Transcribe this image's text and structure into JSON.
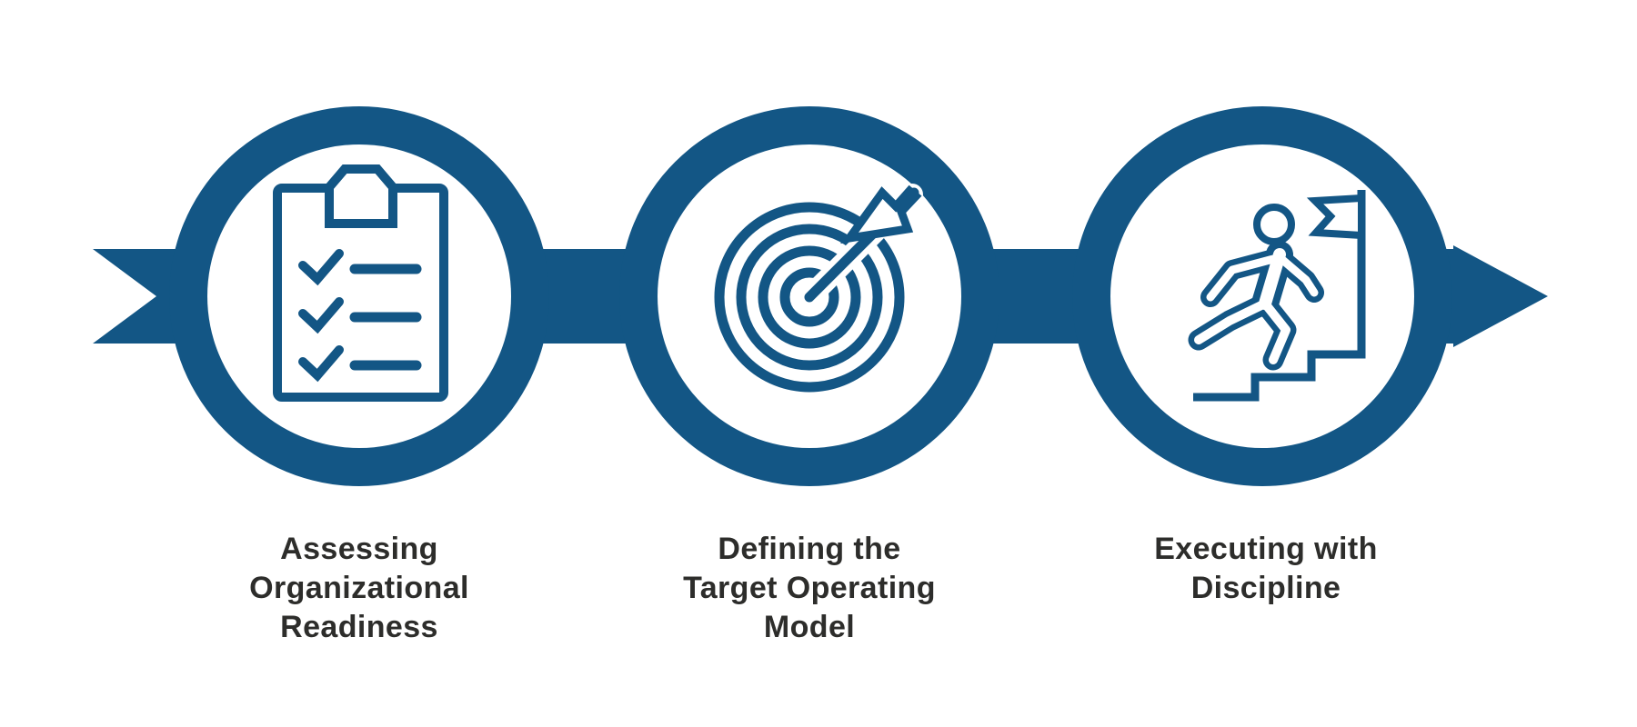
{
  "figure": {
    "type": "process-flow-diagram",
    "background": "#ffffff",
    "direction": "left-to-right"
  },
  "colors": {
    "brand_blue": "#135685",
    "label_text": "#2d2d2b",
    "circle_interior": "#ffffff"
  },
  "arrow_band": {
    "shape": "banner with notched swallow-tail start and triangular arrowhead end",
    "color": "#135685"
  },
  "steps": [
    {
      "index": 1,
      "label": "Assessing Organizational Readiness",
      "label_lines": [
        "Assessing",
        "Organizational",
        "Readiness"
      ],
      "icon": "checklist-clipboard-icon"
    },
    {
      "index": 2,
      "label": "Defining the Target Operating Model",
      "label_lines": [
        "Defining the",
        "Target Operating",
        "Model"
      ],
      "icon": "target-bullseye-dart-icon"
    },
    {
      "index": 3,
      "label": "Executing with Discipline",
      "label_lines": [
        "Executing with",
        "Discipline"
      ],
      "icon": "runner-stairs-flag-icon"
    }
  ]
}
